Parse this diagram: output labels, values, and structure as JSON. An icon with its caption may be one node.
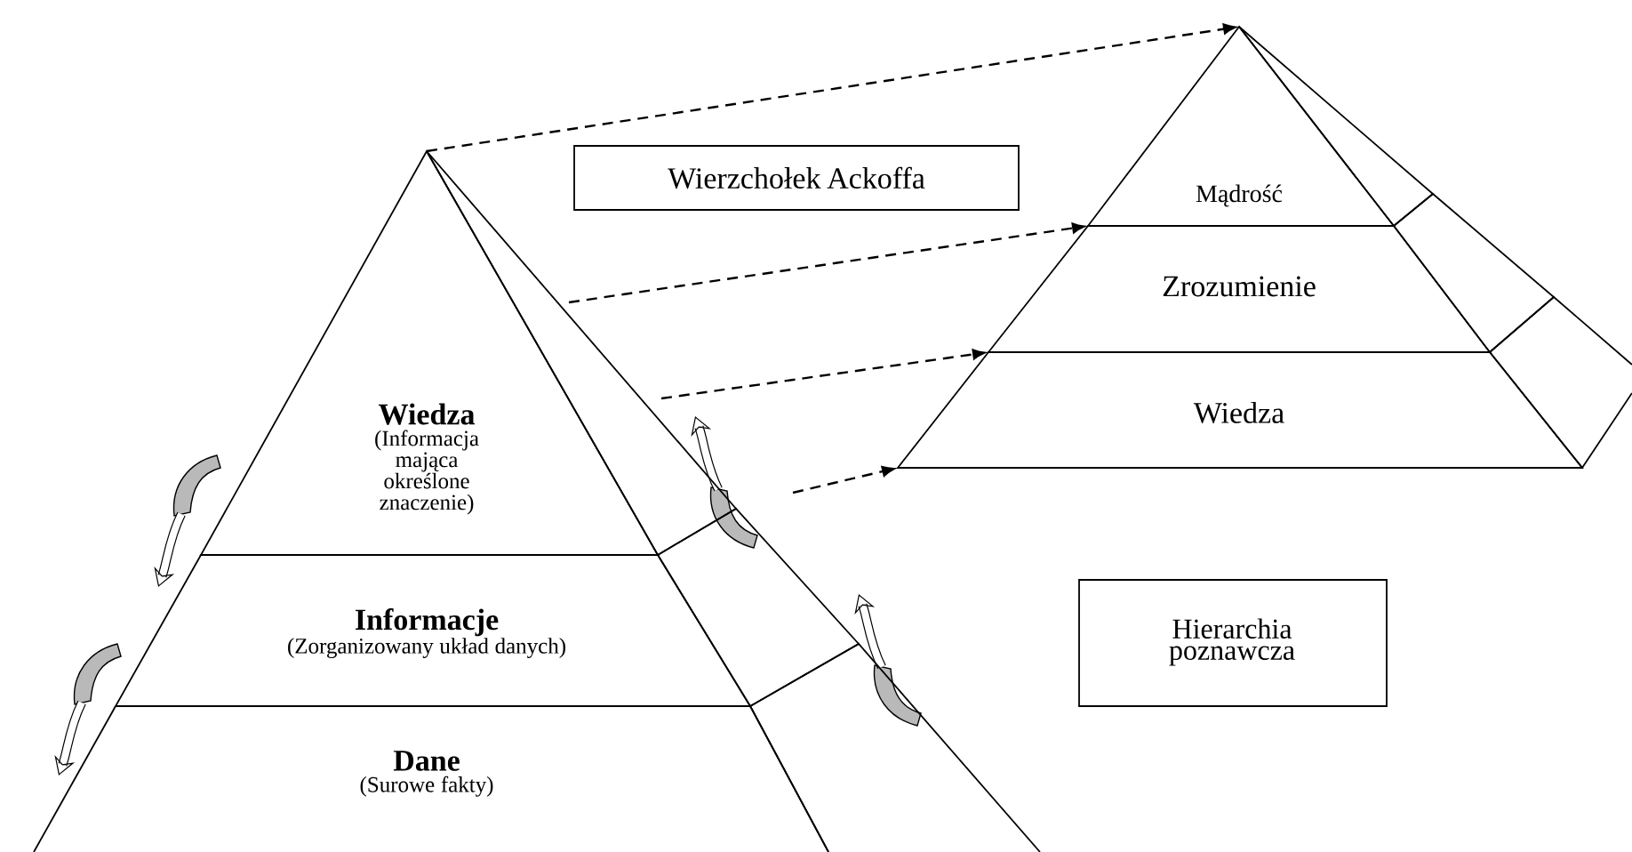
{
  "diagram": {
    "nodes": [
      {
        "text": [
          "Wiedza",
          "(Informacja mająca określone znaczenie)"
        ]
      },
      {
        "text": [
          "Informacje",
          "(Zorganizowany układ danych)"
        ]
      },
      {
        "text": [
          "Dane",
          "(Surowe fakty)"
        ]
      },
      {
        "text": [
          "Wierzchołek Ackoffa"
        ]
      },
      {
        "text": [
          "Mądrość"
        ]
      },
      {
        "text": [
          "Zrozumienie"
        ]
      },
      {
        "text": [
          "Wiedza"
        ]
      },
      {
        "text": [
          "Hierarchia poznawcza"
        ]
      },
      {
        "text": [],
        "shape": "triangle"
      },
      {
        "text": [],
        "shape": "box"
      },
      {
        "text": [],
        "shape": "box"
      },
      {
        "text": [],
        "shape": "triangle"
      },
      {
        "text": [],
        "shape": "box"
      },
      {
        "text": [],
        "shape": "box"
      }
    ],
    "edges": [
      {
        "from": 0,
        "to": 4,
        "arrow": "to",
        "style": "dashed"
      },
      {
        "from": 8,
        "to": 5,
        "arrow": "to",
        "style": "dashed"
      },
      {
        "from": 8,
        "to": 6,
        "arrow": "to",
        "style": "dashed"
      },
      {
        "from": null,
        "to": 6,
        "arrow": "to",
        "style": "dashed"
      }
    ]
  }
}
